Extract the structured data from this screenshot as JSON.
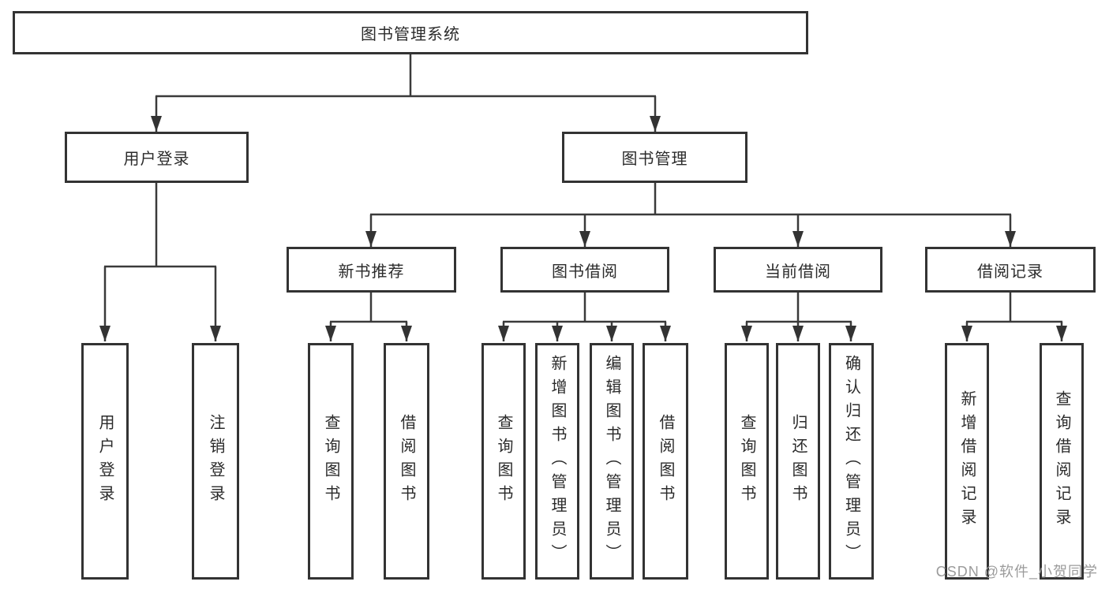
{
  "root": {
    "label": "图书管理系统"
  },
  "level2": [
    {
      "label": "用户登录"
    },
    {
      "label": "图书管理"
    }
  ],
  "level3": [
    {
      "label": "新书推荐"
    },
    {
      "label": "图书借阅"
    },
    {
      "label": "当前借阅"
    },
    {
      "label": "借阅记录"
    }
  ],
  "leaves": [
    {
      "label": "用户登录"
    },
    {
      "label": "注销登录"
    },
    {
      "label": "查询图书"
    },
    {
      "label": "借阅图书"
    },
    {
      "label": "查询图书"
    },
    {
      "label": "新增图书（管理员）"
    },
    {
      "label": "编辑图书（管理员）"
    },
    {
      "label": "借阅图书"
    },
    {
      "label": "查询图书"
    },
    {
      "label": "归还图书"
    },
    {
      "label": "确认归还（管理员）"
    },
    {
      "label": "新增借阅记录"
    },
    {
      "label": "查询借阅记录"
    }
  ],
  "watermark": "CSDN @软件_小贺同学",
  "colors": {
    "line": "#3a3a3a",
    "border": "#333333",
    "text": "#2b2b2b",
    "watermark": "#9b9b9b",
    "background": "#ffffff"
  }
}
